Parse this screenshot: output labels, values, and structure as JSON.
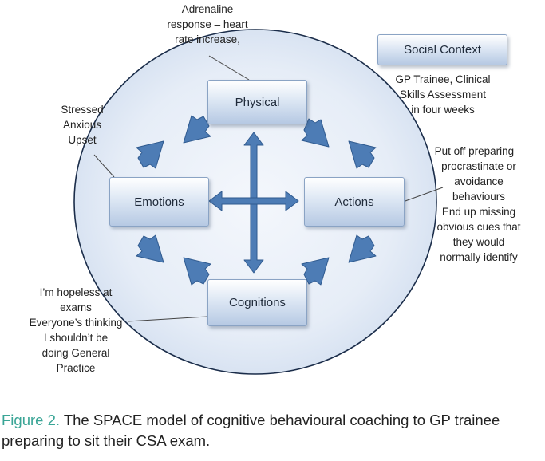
{
  "nodes": {
    "physical": "Physical",
    "emotions": "Emotions",
    "actions": "Actions",
    "cognitions": "Cognitions",
    "social_context": "Social Context"
  },
  "notes": {
    "physical": [
      "Adrenaline",
      "response – heart",
      "rate increase,"
    ],
    "social_context": [
      "GP Trainee, Clinical",
      "Skills Assessment",
      "in four weeks"
    ],
    "emotions": [
      "Stressed",
      "Anxious",
      "Upset"
    ],
    "actions": [
      "Put off preparing –",
      "procrastinate or",
      "avoidance",
      "behaviours",
      "End up missing",
      "obvious cues that",
      "they would",
      "normally identify"
    ],
    "cognitions": [
      "I’m hopeless at",
      "exams",
      "Everyone’s thinking",
      "I shouldn’t be",
      "doing General",
      "Practice"
    ]
  },
  "caption": {
    "label": "Figure 2.",
    "text": " The SPACE model of cognitive behavioural coaching to GP trainee preparing to sit their CSA exam."
  },
  "colors": {
    "arrow": "#4d7cb5",
    "arrow_edge": "#2f5a8f",
    "caption_label": "#3aa596"
  }
}
